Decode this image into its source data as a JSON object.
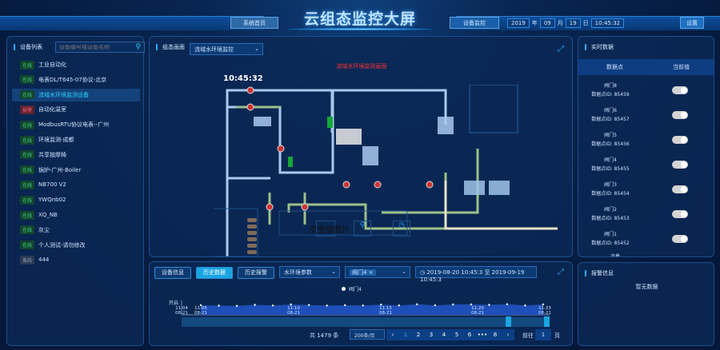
{
  "header": {
    "title": "云组态监控大屏",
    "nav_home": "系统首页",
    "nav_monitor": "设备监控",
    "settings": "设置",
    "date": {
      "year": "2019",
      "year_unit": "年",
      "month": "09",
      "month_unit": "月",
      "day": "19",
      "day_unit": "日",
      "time": "10:45:32"
    }
  },
  "device_list": {
    "title": "设备列表",
    "search_placeholder": "设备编号或设备名称",
    "items": [
      {
        "status": "在线",
        "name": "工业自动化",
        "type": "online"
      },
      {
        "status": "在线",
        "name": "电表DL/T645-07协议-北京",
        "type": "online"
      },
      {
        "status": "在线",
        "name": "流域水环境监测设备",
        "type": "online",
        "selected": true
      },
      {
        "status": "报警",
        "name": "自动化温室",
        "type": "alarm"
      },
      {
        "status": "在线",
        "name": "ModbusRTU协议电表--广州",
        "type": "online"
      },
      {
        "status": "在线",
        "name": "环境监测-成都",
        "type": "online"
      },
      {
        "status": "在线",
        "name": "共享按摩椅",
        "type": "online"
      },
      {
        "status": "在线",
        "name": "锅炉-广州-Boiler",
        "type": "online"
      },
      {
        "status": "在线",
        "name": "NB700 V2",
        "type": "online"
      },
      {
        "status": "在线",
        "name": "YWQnb02",
        "type": "online"
      },
      {
        "status": "在线",
        "name": "XQ_NB",
        "type": "online"
      },
      {
        "status": "在线",
        "name": "灰尘",
        "type": "online"
      },
      {
        "status": "在线",
        "name": "个人测试-请勿修改",
        "type": "online"
      },
      {
        "status": "离线",
        "name": "444",
        "type": "offline"
      }
    ]
  },
  "scada": {
    "title": "组态画面",
    "selected_view": "流域水环境监控",
    "diagram_title": "流域水环境监测画面",
    "clock": "10:45:32",
    "image_placeholder": "变量值图片"
  },
  "history": {
    "tabs": [
      "设备信息",
      "历史数据",
      "历史报警"
    ],
    "active_tab": 1,
    "param_select": "水环境参数",
    "point_tag": "阀门4",
    "date_range": "2019-08-20 10:45:3 至 2019-09-19 10:45:3",
    "legend": "阀门4",
    "y_label": "开启",
    "total": "共 1479 条",
    "page_size": "200条/页",
    "pages": [
      "1",
      "2",
      "3",
      "4",
      "5",
      "6",
      "•••",
      "8"
    ],
    "current_page": "1",
    "goto_label": "前往",
    "goto_value": "1",
    "goto_unit": "页"
  },
  "chart_data": {
    "type": "area",
    "series": [
      {
        "name": "阀门4",
        "values": [
          1,
          1,
          1,
          1,
          1,
          1,
          1,
          1,
          1,
          1,
          1,
          1,
          1,
          1,
          1,
          1,
          1,
          1,
          1,
          1
        ]
      }
    ],
    "x_ticks": [
      {
        "time": "11:04",
        "date": "08-21"
      },
      {
        "time": "11:05",
        "date": "08-21"
      },
      {
        "time": "11:10",
        "date": "08-21"
      },
      {
        "time": "11:15",
        "date": "08-21"
      },
      {
        "time": "11:20",
        "date": "08-21"
      },
      {
        "time": "11:23",
        "date": "08-21"
      }
    ],
    "ylabel": "开启",
    "legend_position": "top",
    "zoom_range": [
      0.88,
      1.0
    ]
  },
  "realtime": {
    "title": "实时数据",
    "col_point": "数据点",
    "col_value": "当前值",
    "rows": [
      {
        "name": "阀门8",
        "id": "数据点ID: 85459",
        "on": true
      },
      {
        "name": "阀门6",
        "id": "数据点ID: 85457",
        "on": true
      },
      {
        "name": "阀门5",
        "id": "数据点ID: 85456",
        "on": true
      },
      {
        "name": "阀门4",
        "id": "数据点ID: 85455",
        "on": true
      },
      {
        "name": "阀门3",
        "id": "数据点ID: 85454",
        "on": true
      },
      {
        "name": "阀门2",
        "id": "数据点ID: 85453",
        "on": true
      },
      {
        "name": "阀门1",
        "id": "数据点ID: 85452",
        "on": true
      }
    ],
    "partial_row": "流量"
  },
  "alarm": {
    "title": "报警信息",
    "empty": "暂无数据"
  },
  "colors": {
    "accent": "#2aa8ff",
    "online": "#3ed17a",
    "alarm": "#ff5f6f",
    "diagram_title": "#ff3030"
  }
}
